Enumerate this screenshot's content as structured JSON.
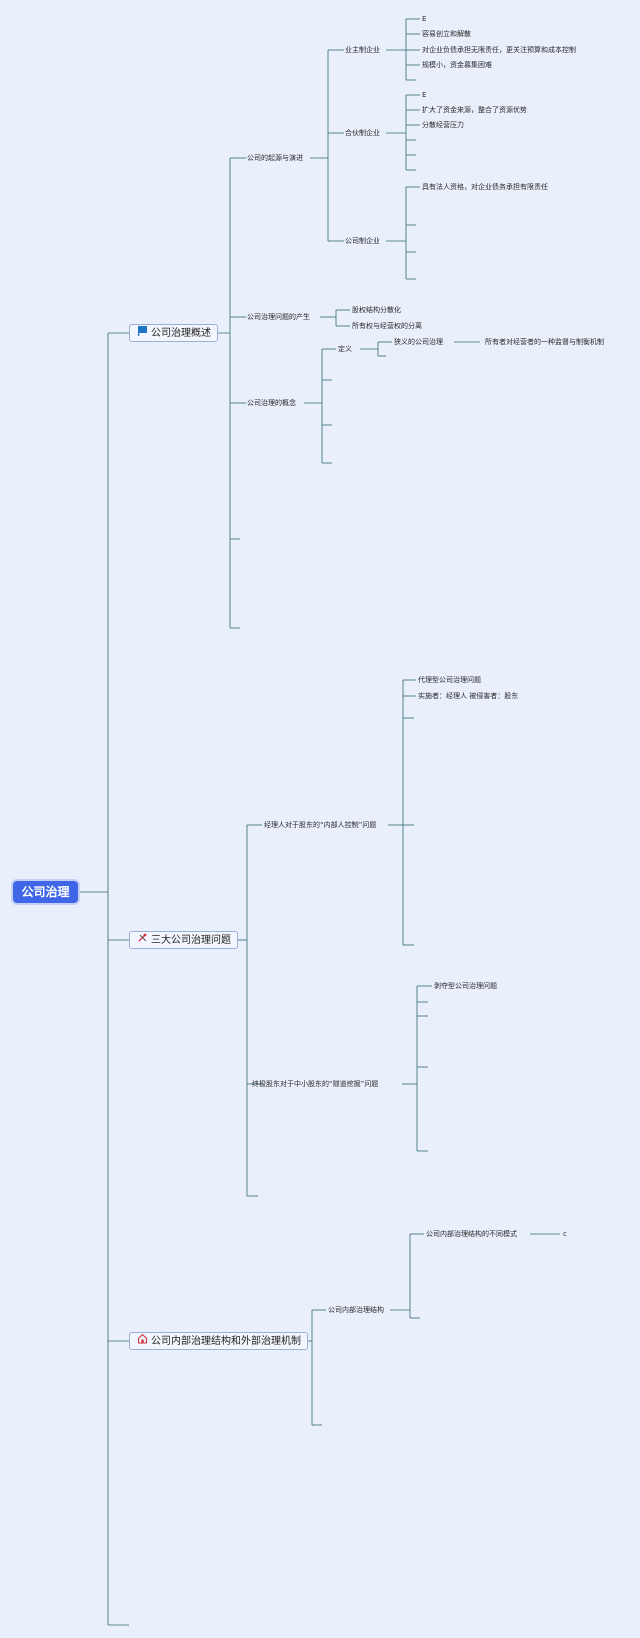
{
  "root": "公司治理",
  "branches": {
    "overview": {
      "label": "公司治理概述",
      "icon": "flag-icon",
      "origin": {
        "label": "公司的起源与演进",
        "sole": {
          "label": "业主制企业",
          "items": [
            "E",
            "容易创立和解散",
            "对企业负债承担无限责任，更关注预算和成本控制",
            "规模小，资金募集困难"
          ]
        },
        "partner": {
          "label": "合伙制企业",
          "items": [
            "E",
            "扩大了资金来源，整合了资源优势",
            "分散经营压力"
          ]
        },
        "corporate": {
          "label": "公司制企业",
          "items": [
            "具有法人资格，对企业债务承担有限责任"
          ]
        }
      },
      "problem": {
        "label": "公司治理问题的产生",
        "items": [
          "股权结构分散化",
          "所有权与经营权的分离"
        ]
      },
      "concept": {
        "label": "公司治理的概念",
        "definition": "定义",
        "narrow": "狭义的公司治理",
        "narrow_detail": "所有者对经营者的一种监督与制衡机制"
      }
    },
    "three": {
      "label": "三大公司治理问题",
      "icon": "tools-icon",
      "insider": {
        "label": "经理人对于股东的“内部人控制”问题",
        "items": [
          "代理型公司治理问题",
          "实施者：经理人  被侵害者：股东"
        ]
      },
      "tunneling": {
        "label": "终极股东对于中小股东的“隧道挖掘”问题",
        "items": [
          "剥夺型公司治理问题"
        ]
      }
    },
    "structure": {
      "label": "公司内部治理结构和外部治理机制",
      "icon": "home-icon",
      "internal": {
        "label": "公司内部治理结构",
        "modes": "公司内部治理结构的不同模式",
        "modes_child": "c"
      }
    }
  },
  "colors": {
    "line": "#2f6b6e",
    "root": "#3f66e6",
    "background": "#eaeffc"
  }
}
